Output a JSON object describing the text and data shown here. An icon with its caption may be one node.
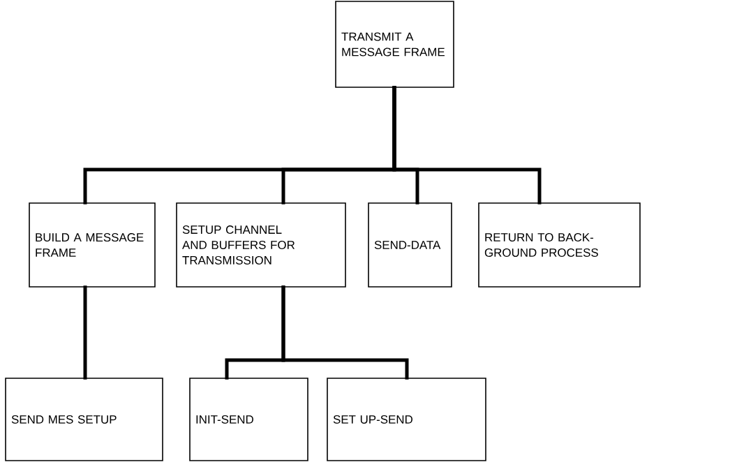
{
  "diagram": {
    "nodes": [
      {
        "text": [
          "TRANSMIT A MESSAGE FRAME"
        ]
      },
      {
        "text": [
          "BUILD A MESSAGE FRAME"
        ]
      },
      {
        "text": [
          "SETUP CHANNEL AND BUFFERS FOR TRANSMISSION"
        ]
      },
      {
        "text": [
          "SEND-DATA"
        ]
      },
      {
        "text": [
          "RETURN TO BACK-GROUND PROCESS"
        ]
      },
      {
        "text": [
          "SEND MES SETUP"
        ]
      },
      {
        "text": [
          "INIT-SEND"
        ]
      },
      {
        "text": [
          "SET UP-SEND"
        ]
      }
    ],
    "edges": [
      {
        "from": 0,
        "to": 1,
        "arrow": "none"
      },
      {
        "from": 0,
        "to": 2,
        "arrow": "none"
      },
      {
        "from": 0,
        "to": 3,
        "arrow": "none"
      },
      {
        "from": 0,
        "to": 4,
        "arrow": "none"
      },
      {
        "from": 1,
        "to": 5,
        "arrow": "none"
      },
      {
        "from": 2,
        "to": 6,
        "arrow": "none"
      },
      {
        "from": 2,
        "to": 7,
        "arrow": "none"
      }
    ]
  }
}
